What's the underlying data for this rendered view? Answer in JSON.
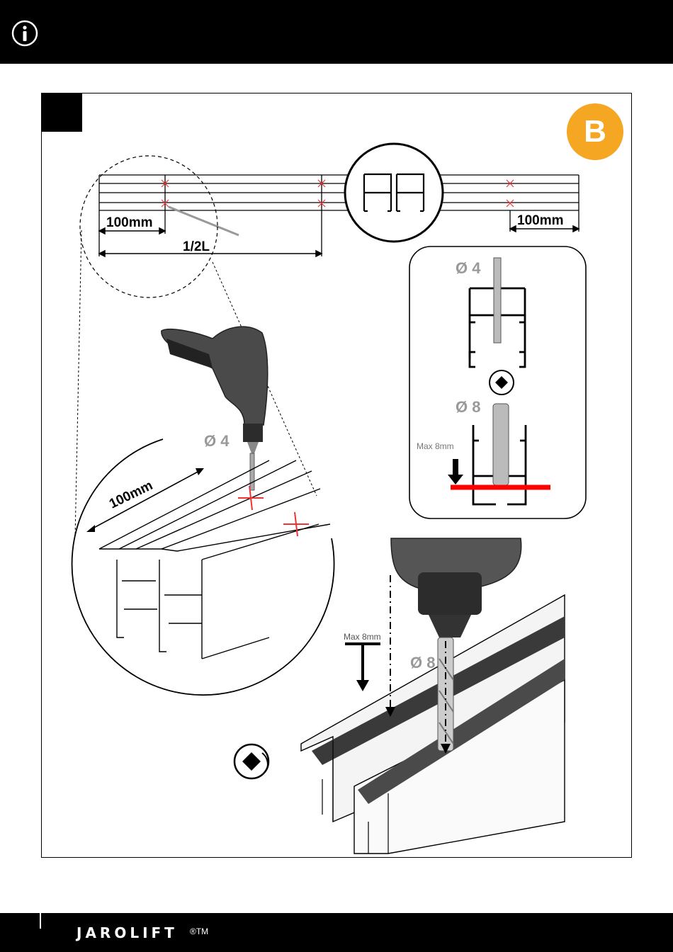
{
  "header": {
    "icon": "info-icon"
  },
  "step": {
    "badge": "B",
    "box_color": "#000000",
    "badge_color": "#f5a623"
  },
  "top_diagram": {
    "left_offset": "100mm",
    "center": "1/2L",
    "right_offset": "100mm"
  },
  "detail": {
    "pilot_drill": "Ø 4",
    "main_drill": "Ø 8",
    "max_depth": "Max 8mm",
    "limit_color": "#ff0000"
  },
  "closeup": {
    "distance": "100mm",
    "drill": "Ø 4"
  },
  "main_drill_view": {
    "drill": "Ø 8",
    "max_depth": "Max 8mm"
  },
  "footer": {
    "brand": "JAROLIFT",
    "trademark": "®TM"
  }
}
